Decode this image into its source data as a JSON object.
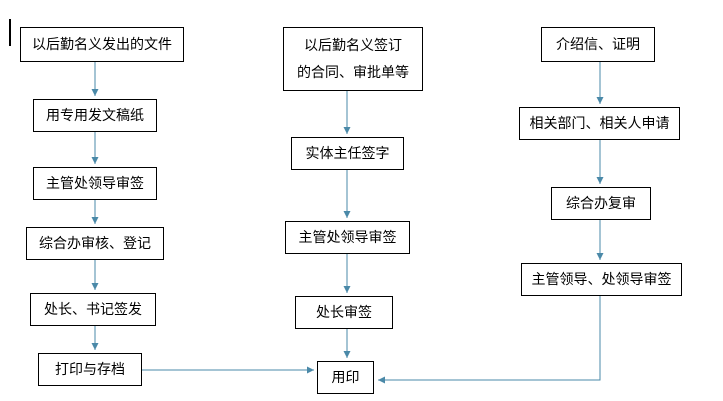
{
  "diagram": {
    "type": "flowchart",
    "connector_color": "#4a89a8",
    "box_border_color": "#000000",
    "box_fill_color": "#ffffff",
    "columns": [
      {
        "name": "outgoing-documents-flow",
        "steps": [
          "以后勤名义发出的文件",
          "用专用发文稿纸",
          "主管处领导审签",
          "综合办审核、登记",
          "处长、书记签发",
          "打印与存档"
        ]
      },
      {
        "name": "contracts-approval-flow",
        "steps": [
          "以后勤名义签订\n的合同、审批单等",
          "实体主任签字",
          "主管处领导审签",
          "处长审签",
          "用印"
        ]
      },
      {
        "name": "letters-certificates-flow",
        "steps": [
          "介绍信、证明",
          "相关部门、相关人申请",
          "综合办复审",
          "主管领导、处领导审签"
        ]
      }
    ]
  }
}
